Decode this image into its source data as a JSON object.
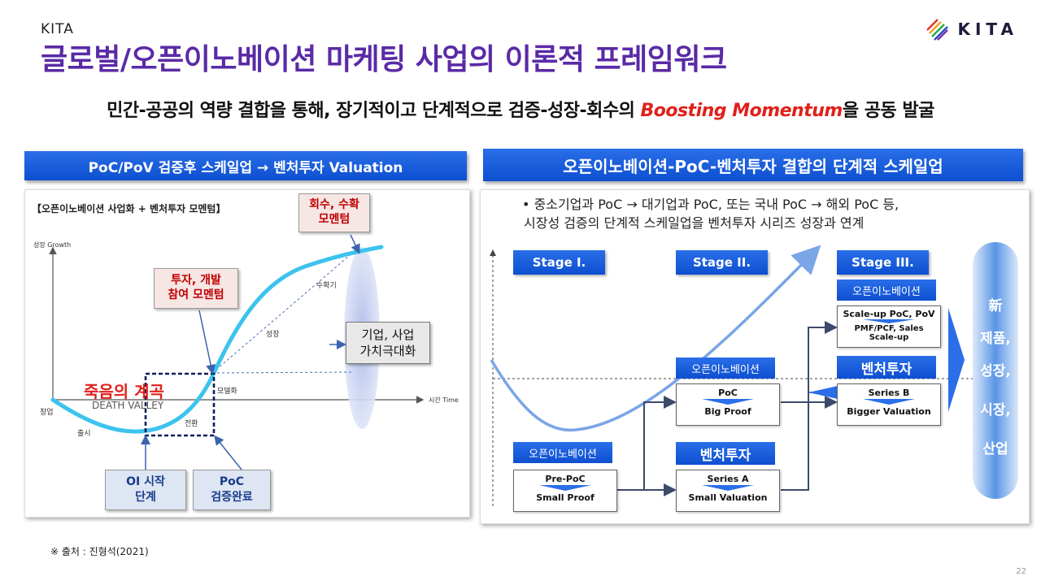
{
  "header": {
    "kita_label": "KITA",
    "title": "글로벌/오픈이노베이션 마케팅 사업의 이론적 프레임워크",
    "logo_text": "KITA"
  },
  "subtitle": {
    "prefix": "민간-공공의 역량 결합을 통해, 장기적이고 단계적으로 검증-성장-회수의 ",
    "highlight": "Boosting Momentum",
    "suffix": "을 공동 발굴"
  },
  "left_panel": {
    "header": "PoC/PoV 검증후 스케일업 → 벤처투자 Valuation",
    "caption": "【오픈이노베이션 사업화 + 벤처투자 모멘텀】",
    "y_axis_label": "성장 Growth",
    "x_axis_label": "시간 Time",
    "labels": {
      "start": "창업",
      "launch": "출시",
      "transition": "전환",
      "modeling": "모델화",
      "growth": "성장",
      "harvest": "수확기"
    },
    "death_valley_ko": "죽음의 계곡",
    "death_valley_en": "DEATH VALLEY",
    "box_harvest_line1": "회수, 수확",
    "box_harvest_line2": "모멘텀",
    "box_invest_line1": "투자, 개발",
    "box_invest_line2": "참여 모멘텀",
    "box_value_line1": "기업, 사업",
    "box_value_line2": "가치극대화",
    "box_oi_line1": "OI 시작",
    "box_oi_line2": "단계",
    "box_poc_line1": "PoC",
    "box_poc_line2": "검증완료"
  },
  "right_panel": {
    "header": "오픈이노베이션-PoC-벤처투자 결합의 단계적 스케일업",
    "bullet_line1": "• 중소기업과 PoC → 대기업과 PoC, 또는 국내 PoC → 해외 PoC 등,",
    "bullet_line2": "시장성 검증의 단계적 스케일업을 벤처투자 시리즈 성장과 연계",
    "stages": [
      "Stage I.",
      "Stage II.",
      "Stage III."
    ],
    "tag_oi": "오픈이노베이션",
    "tag_vc": "벤처투자",
    "card_prepoc_top": "Pre-PoC",
    "card_prepoc_bottom": "Small Proof",
    "card_seriesa_top": "Series A",
    "card_seriesa_bottom": "Small Valuation",
    "card_poc_top": "PoC",
    "card_poc_bottom": "Big Proof",
    "card_seriesb_top": "Series B",
    "card_seriesb_bottom": "Bigger Valuation",
    "card_scaleup_top": "Scale-up PoC, PoV",
    "card_scaleup_line2": "PMF/PCF, Sales",
    "card_scaleup_line3": "Scale-up",
    "result_lines": [
      "新",
      "제품,",
      "성장,",
      "시장,",
      "산업"
    ]
  },
  "footer": {
    "source": "※ 출처 : 진형석(2021)",
    "page_number": "22"
  },
  "colors": {
    "title_purple": "#5a2aa6",
    "header_blue": "#1a5de0",
    "curve_cyan": "#3cc3ee",
    "highlight_red": "#e0201a"
  }
}
